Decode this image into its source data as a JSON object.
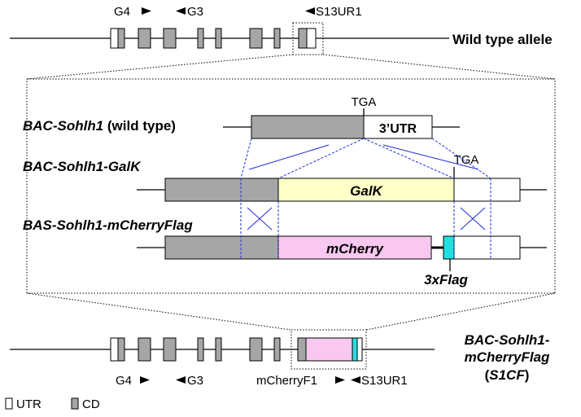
{
  "colors": {
    "cd": "#a6a6a6",
    "utr": "#ffffff",
    "galk": "#ffffc8",
    "mcherry": "#f8c8f0",
    "flag": "#22e0e0",
    "recombination": "#1f2bd6"
  },
  "top": {
    "primers": {
      "g4": "G4",
      "g3": "G3",
      "s13ur1": "S13UR1"
    },
    "label": "Wild type allele"
  },
  "constructs": {
    "wild_type": {
      "label_italic": "BAC-Sohlh1",
      "label_rest": " (wild type)",
      "tga": "TGA",
      "utr": "3’UTR"
    },
    "galk": {
      "label": "BAC-Sohlh1-GalK",
      "box": "GalK",
      "tga": "TGA"
    },
    "mcherry": {
      "label": "BAS-Sohlh1-mCherryFlag",
      "box": "mCherry",
      "flag": "3xFlag"
    }
  },
  "bottom": {
    "label_line1": "BAC-Sohlh1-",
    "label_line2": "mCherryFlag",
    "label_line3": "S1CF",
    "primers": {
      "g4": "G4",
      "g3": "G3",
      "mcherryf1": "mCherryF1",
      "s13ur1": "S13UR1"
    }
  },
  "legend": {
    "utr": "UTR",
    "cd": "CD"
  }
}
